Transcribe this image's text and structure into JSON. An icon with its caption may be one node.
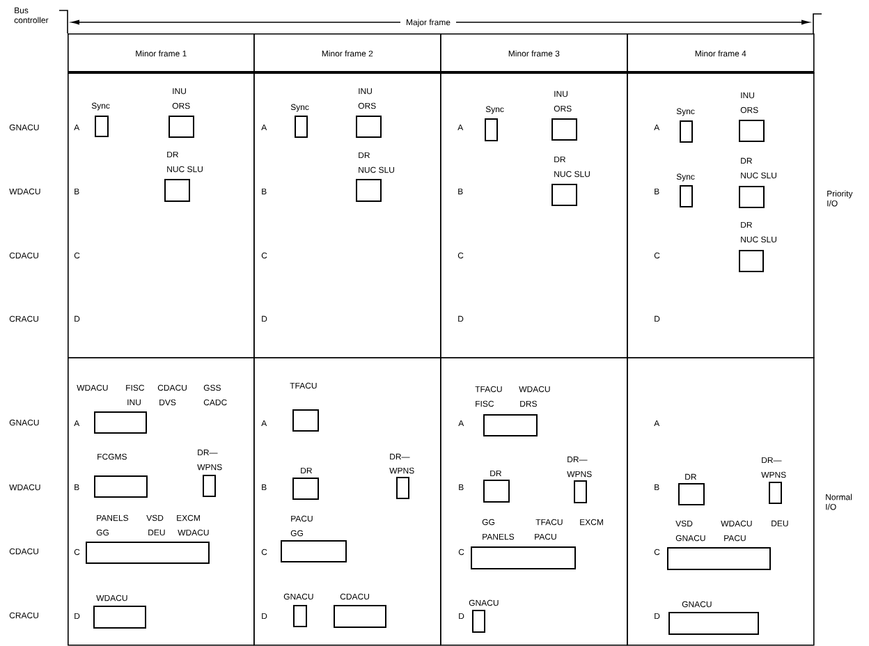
{
  "diagram": {
    "nodes": [
      {
        "text": [
          "Minor frame 1"
        ]
      },
      {
        "text": [
          "Minor frame 2"
        ]
      },
      {
        "text": [
          "Minor frame 3"
        ]
      },
      {
        "text": [
          "Minor frame 4"
        ]
      },
      {
        "text": [
          "A",
          "B",
          "C",
          "D"
        ]
      },
      {
        "text": [
          "Sync"
        ],
        "in": 4
      },
      {
        "text": [
          "INU",
          "ORS"
        ],
        "in": 4
      },
      {
        "text": [
          "DR",
          "NUC SLU"
        ],
        "in": 4
      },
      {
        "text": [
          "A",
          "B",
          "C",
          "D"
        ]
      },
      {
        "text": [
          "Sync"
        ],
        "in": 8
      },
      {
        "text": [
          "INU",
          "ORS"
        ],
        "in": 8
      },
      {
        "text": [
          "DR",
          "NUC SLU"
        ],
        "in": 8
      },
      {
        "text": [
          "A",
          "B",
          "C",
          "D"
        ]
      },
      {
        "text": [
          "Sync"
        ],
        "in": 12
      },
      {
        "text": [
          "INU",
          "ORS"
        ],
        "in": 12
      },
      {
        "text": [
          "DR",
          "NUC SLU"
        ],
        "in": 12
      },
      {
        "text": [
          "A",
          "B",
          "C",
          "D"
        ]
      },
      {
        "text": [
          "Sync"
        ],
        "in": 16
      },
      {
        "text": [
          "INU",
          "ORS"
        ],
        "in": 16
      },
      {
        "text": [
          "Sync"
        ],
        "in": 16
      },
      {
        "text": [
          "DR",
          "NUC SLU"
        ],
        "in": 16
      },
      {
        "text": [
          "DR",
          "NUC SLU"
        ],
        "in": 16
      },
      {
        "text": [
          "A",
          "B",
          "C",
          "D"
        ]
      },
      {
        "text": [
          "WDACU",
          "FISC",
          "CDACU",
          "GSS",
          "INU",
          "DVS",
          "CADC"
        ],
        "in": 22
      },
      {
        "text": [
          "FCGMS"
        ],
        "in": 22
      },
      {
        "text": [
          "DR—",
          "WPNS"
        ],
        "in": 22
      },
      {
        "text": [
          "PANELS",
          "VSD",
          "EXCM",
          "GG",
          "DEU",
          "WDACU"
        ],
        "in": 22
      },
      {
        "text": [
          "WDACU"
        ],
        "in": 22
      },
      {
        "text": [
          "A",
          "B",
          "C",
          "D"
        ]
      },
      {
        "text": [
          "TFACU"
        ],
        "in": 28
      },
      {
        "text": [
          "DR"
        ],
        "in": 28
      },
      {
        "text": [
          "DR—",
          "WPNS"
        ],
        "in": 28
      },
      {
        "text": [
          "PACU",
          "GG"
        ],
        "in": 28
      },
      {
        "text": [
          "GNACU"
        ],
        "in": 28
      },
      {
        "text": [
          "CDACU"
        ],
        "in": 28
      },
      {
        "text": [
          "A",
          "B",
          "C",
          "D"
        ]
      },
      {
        "text": [
          "TFACU",
          "WDACU",
          "FISC",
          "DRS"
        ],
        "in": 35
      },
      {
        "text": [
          "DR"
        ],
        "in": 35
      },
      {
        "text": [
          "DR—",
          "WPNS"
        ],
        "in": 35
      },
      {
        "text": [
          "GG",
          "TFACU",
          "EXCM",
          "PANELS",
          "PACU"
        ],
        "in": 35
      },
      {
        "text": [
          "GNACU"
        ],
        "in": 35
      },
      {
        "text": [
          "A",
          "B",
          "C",
          "D"
        ]
      },
      {
        "text": [
          "DR"
        ],
        "in": 41
      },
      {
        "text": [
          "DR—",
          "WPNS"
        ],
        "in": 41
      },
      {
        "text": [
          "VSD",
          "WDACU",
          "DEU",
          "GNACU",
          "PACU"
        ],
        "in": 41
      },
      {
        "text": [
          "GNACU"
        ],
        "in": 41
      }
    ],
    "labels": [
      "Bus controller",
      "Major frame",
      "GNACU",
      "WDACU",
      "CDACU",
      "CRACU",
      "Priority I/O",
      "GNACU",
      "WDACU",
      "CDACU",
      "CRACU",
      "Normal I/O"
    ]
  }
}
